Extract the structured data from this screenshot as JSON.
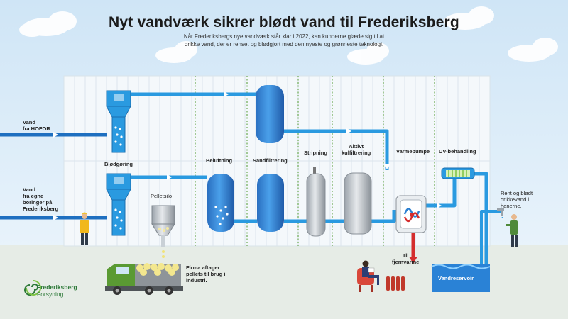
{
  "title": "Nyt vandværk sikrer blødt vand til Frederiksberg",
  "subtitle": "Når Frederiksbergs nye vandværk står klar i 2022, kan kunderne glæde sig til at drikke vand, der er renset og blødgjort med den nyeste og grønneste teknologi.",
  "inputs": {
    "hofor": [
      "Vand",
      "fra HOFOR"
    ],
    "boringer": [
      "Vand",
      "fra egne",
      "boringer på",
      "Frederiksberg"
    ]
  },
  "stages": {
    "softening": "Blødgøring",
    "aeration": "Beluftning",
    "sandfilter": "Sandfiltrering",
    "stripping": "Stripning",
    "carbon": [
      "Aktivt",
      "kulfiltrering"
    ],
    "heatpump": "Varmepumpe",
    "uv": "UV-behandling",
    "pelletsilo": "Pelletsilo",
    "reservoir": "Vandreservoir"
  },
  "notes": {
    "pellets": [
      "Firma aftager",
      "pellets til brug i",
      "industri."
    ],
    "district_heating": [
      "Til",
      "fjernvarme"
    ],
    "clean_water": [
      "Rent og blødt",
      "drikkevand i",
      "hanerne."
    ]
  },
  "logo": {
    "name": "Frederiksberg",
    "sub": "Forsyning"
  },
  "colors": {
    "pipe": "#2a9ae0",
    "tank": "#2f7fd1",
    "steel": "#b8bec4",
    "heat": "#d42d2d",
    "brand": "#2f7a3a"
  }
}
